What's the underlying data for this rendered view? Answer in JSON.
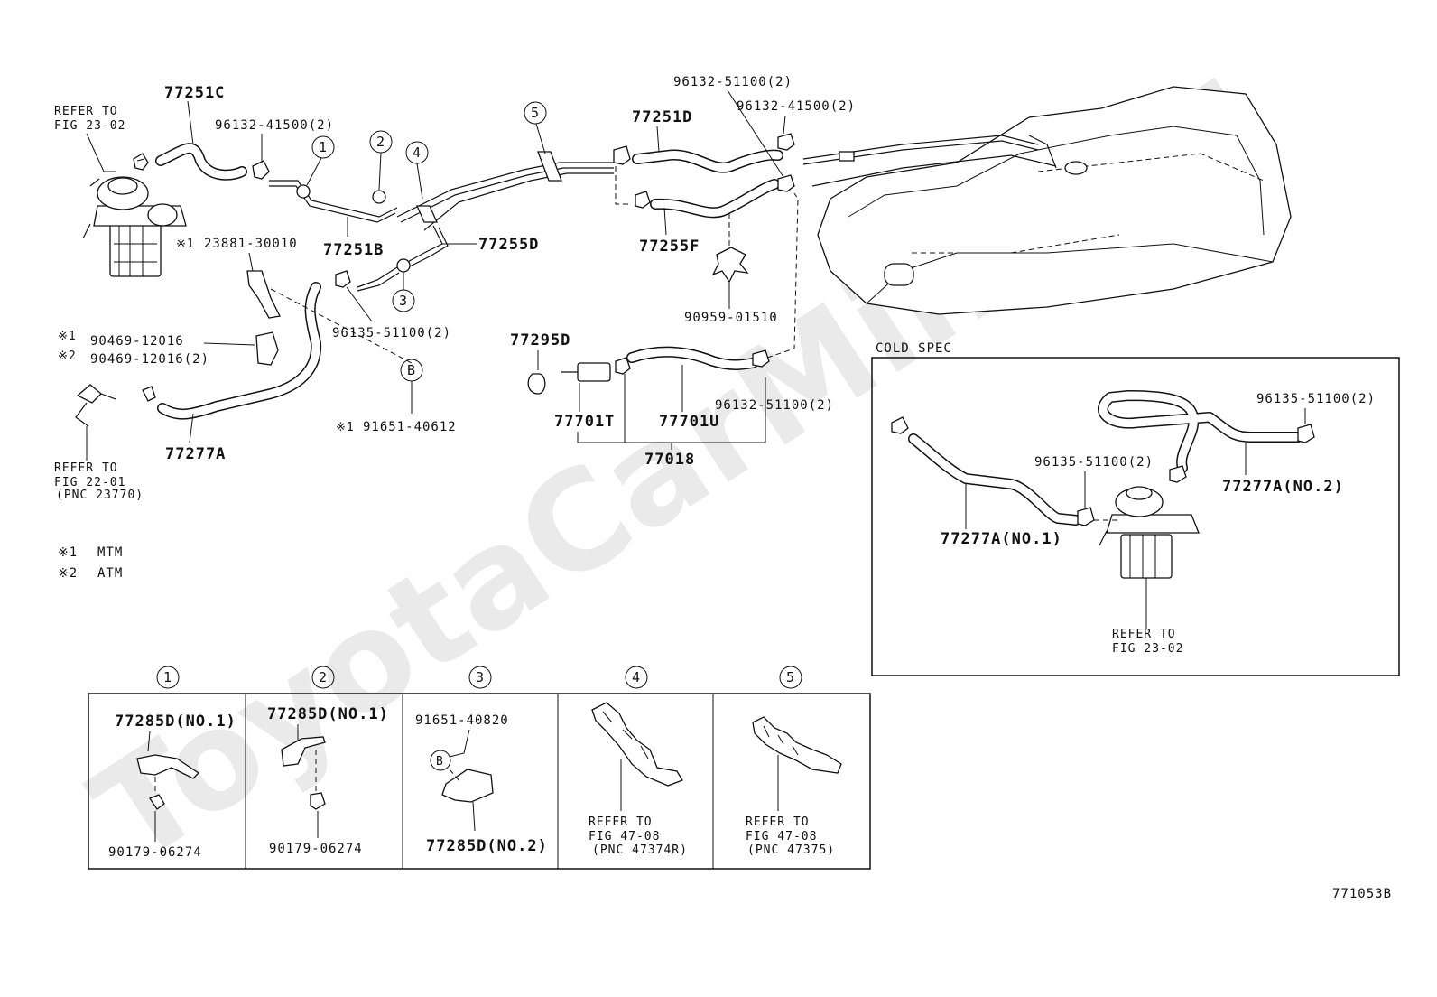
{
  "watermark": "ToyotaCarMine.ru",
  "diagram_code": "771053B",
  "legend": [
    {
      "mark": "※1",
      "text": "MTM"
    },
    {
      "mark": "※2",
      "text": "ATM"
    }
  ],
  "refs": {
    "fig_23_02_top": {
      "line1": "REFER TO",
      "line2": "FIG 23-02"
    },
    "fig_22_01": {
      "line1": "REFER TO",
      "line2": "FIG 22-01",
      "line3": "(PNC 23770)"
    },
    "fig_23_02_cold": {
      "line1": "REFER TO",
      "line2": "FIG 23-02"
    }
  },
  "labels": {
    "p77251C": "77251C",
    "p96132_41500_a": "96132-41500(2)",
    "p77251B": "77251B",
    "p77255D": "77255D",
    "p23881": "23881-30010",
    "p23881_mark": "※1",
    "p90469_1": "90469-12016",
    "p90469_1_mark": "※1",
    "p90469_2": "90469-12016(2)",
    "p90469_2_mark": "※2",
    "p96135_51100": "96135-51100(2)",
    "p91651_40612": "91651-40612",
    "p91651_40612_mark": "※1",
    "p77277A": "77277A",
    "p96132_51100_top": "96132-51100(2)",
    "p96132_41500_b": "96132-41500(2)",
    "p77251D": "77251D",
    "p77255F": "77255F",
    "p90959": "90959-01510",
    "p77295D": "77295D",
    "p96132_51100_mid": "96132-51100(2)",
    "p77701T": "77701T",
    "p77701U": "77701U",
    "p77018": "77018"
  },
  "callouts": [
    "1",
    "2",
    "3",
    "4",
    "5"
  ],
  "callout_b": "B",
  "cold_spec": {
    "title": "COLD SPEC",
    "p96135_a": "96135-51100(2)",
    "p96135_b": "96135-51100(2)",
    "p77277A_no2": "77277A(NO.2)",
    "p77277A_no1": "77277A(NO.1)"
  },
  "details": [
    {
      "num": "1",
      "part": "77285D(NO.1)",
      "sub": "90179-06274"
    },
    {
      "num": "2",
      "part": "77285D(NO.1)",
      "sub": "90179-06274"
    },
    {
      "num": "3",
      "part": "91651-40820",
      "sub": "77285D(NO.2)",
      "callout": "B"
    },
    {
      "num": "4",
      "ref1": "REFER TO",
      "ref2": "FIG 47-08",
      "ref3": "(PNC 47374R)"
    },
    {
      "num": "5",
      "ref1": "REFER TO",
      "ref2": "FIG 47-08",
      "ref3": "(PNC 47375)"
    }
  ]
}
